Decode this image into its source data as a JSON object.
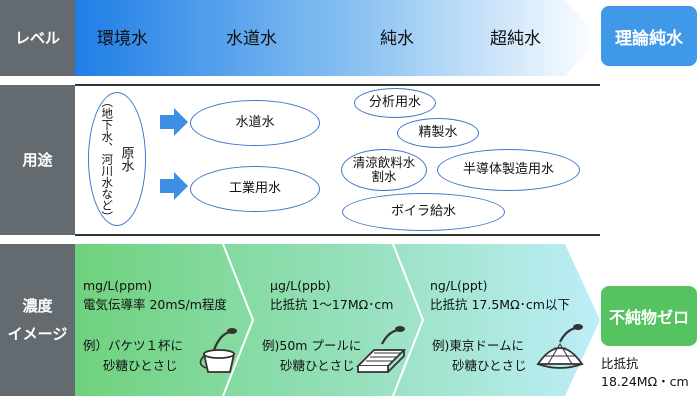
{
  "level": {
    "label": "レベル",
    "items": [
      "環境水",
      "水道水",
      "純水",
      "超純水"
    ],
    "final": "理論純水"
  },
  "usage": {
    "label": "用途",
    "source": "原水",
    "source_note": "（地下水、河川水など）",
    "mid": [
      "水道水",
      "工業用水"
    ],
    "right": [
      "分析用水",
      "精製水",
      "清涼飲料水\n割水",
      "半導体製造用水",
      "ボイラ給水"
    ]
  },
  "concentration": {
    "label": "濃度\nイメージ",
    "columns": [
      {
        "unit": "mg/L(ppm)",
        "spec": "電気伝導率 20mS/m程度",
        "example": "例）バケツ１杯に",
        "example2": "砂糖ひとさじ"
      },
      {
        "unit": "μg/L(ppb)",
        "spec": "比抵抗 1～17MΩ･cm",
        "example": "例)50m プールに",
        "example2": "砂糖ひとさじ"
      },
      {
        "unit": "ng/L(ppt)",
        "spec": "比抵抗 17.5MΩ･cm以下",
        "example": "例)東京ドームに",
        "example2": "砂糖ひとさじ"
      }
    ],
    "final": "不純物ゼロ",
    "final_note1": "比抵抗",
    "final_note2": "18.24MΩ・cm"
  },
  "colors": {
    "row_label_bg": "#636b71",
    "level_gradient": [
      "#1f7ee6",
      "#ffffff"
    ],
    "conc_gradient": [
      "#6fd27d",
      "#b7ecf7"
    ],
    "theory_pure": "#3f98e8",
    "impurity_zero": "#55c460",
    "ellipse_border": "#3f79c8",
    "arrow": "#3f8ee6"
  }
}
